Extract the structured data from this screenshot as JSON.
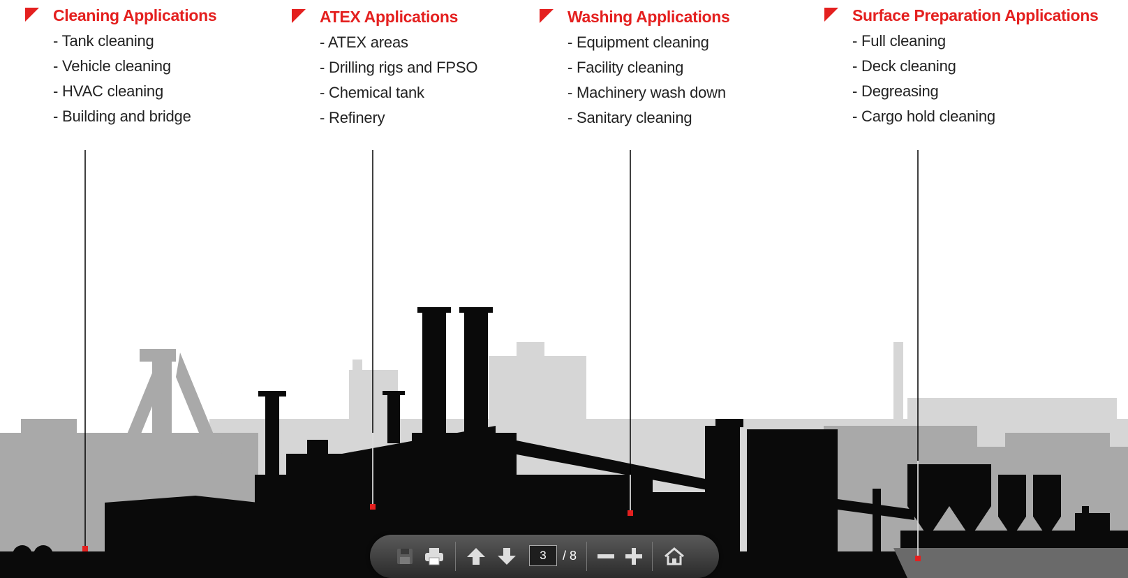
{
  "panels": [
    {
      "title": "Cleaning Applications",
      "items": [
        "Tank cleaning",
        "Vehicle cleaning",
        "HVAC cleaning",
        "Building and bridge"
      ]
    },
    {
      "title": "ATEX Applications",
      "items": [
        "ATEX areas",
        "Drilling rigs and FPSO",
        "Chemical tank",
        "Refinery"
      ]
    },
    {
      "title": "Washing Applications",
      "items": [
        "Equipment cleaning",
        "Facility cleaning",
        "Machinery wash down",
        "Sanitary cleaning"
      ]
    },
    {
      "title": "Surface Preparation Applications",
      "items": [
        "Full cleaning",
        "Deck cleaning",
        "Degreasing",
        "Cargo hold cleaning"
      ]
    }
  ],
  "colors": {
    "accent": "#e4201f",
    "silhouette": "#0a0a0a",
    "background_buildings": "#c9c9c9"
  },
  "toolbar": {
    "current_page": "3",
    "total_pages": "/ 8",
    "icons": [
      "save-icon",
      "print-icon",
      "arrow-up-icon",
      "arrow-down-icon",
      "zoom-out-icon",
      "zoom-in-icon",
      "home-icon"
    ]
  }
}
